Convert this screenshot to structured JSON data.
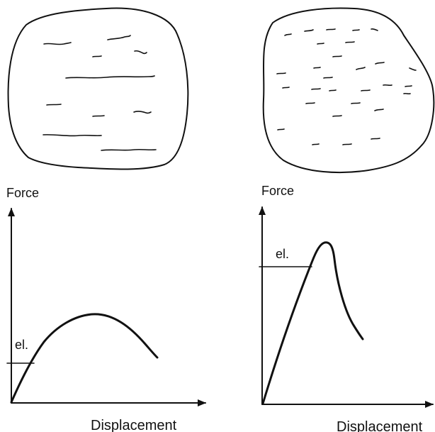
{
  "panels": [
    {
      "id": "left",
      "y_label": "Force",
      "x_label": "Displacement",
      "elastic_limit_label": "el."
    },
    {
      "id": "right",
      "y_label": "Force",
      "x_label": "Displacement",
      "elastic_limit_label": "el."
    }
  ]
}
